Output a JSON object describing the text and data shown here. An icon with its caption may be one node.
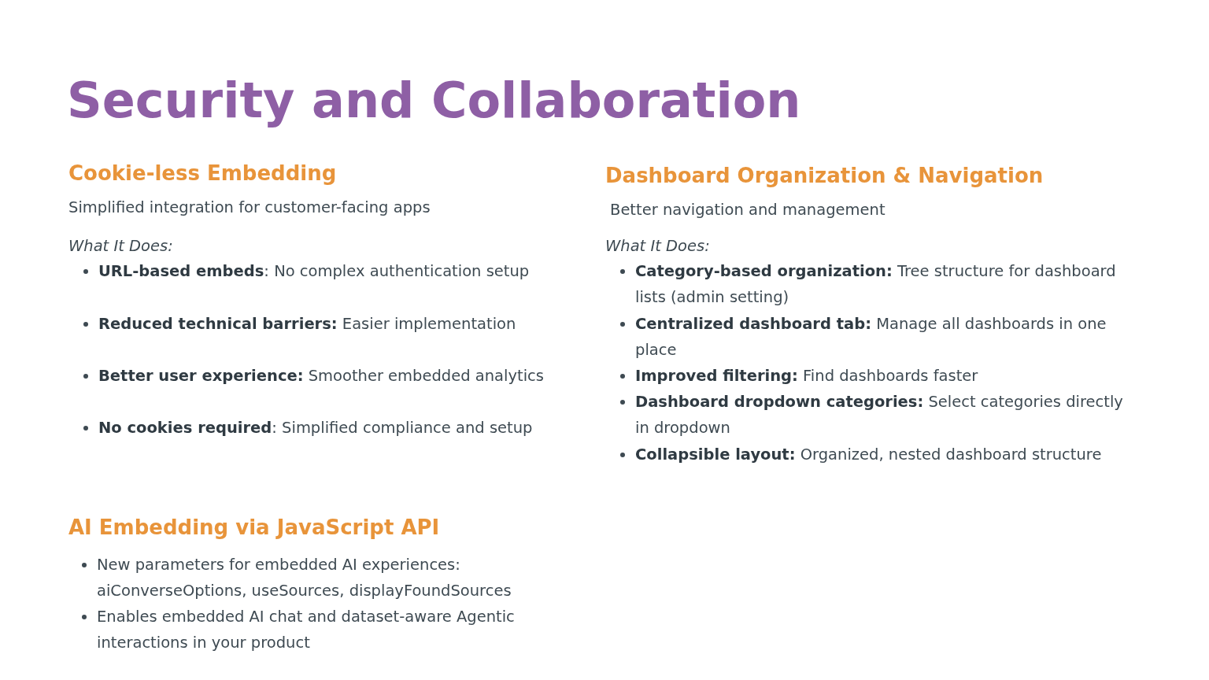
{
  "diagram": {
    "title": "Security and Collaboration",
    "labels": [
      "Cookie-less Embedding",
      "Simplified integration for customer-facing apps",
      "What It Does:",
      "**URL-based embeds**: No complex authentication setup",
      "**Reduced technical barriers:** Easier implementation",
      "**Better user experience:** Smoother embedded analytics",
      "**No cookies required**: Simplified compliance and setup",
      "Dashboard Organization & Navigation",
      "Better navigation and management",
      "What It Does:",
      "**Category-based organization:** Tree structure for dashboard lists (admin setting)",
      "**Centralized dashboard tab:** Manage all dashboards in one place",
      "**Improved filtering:** Find dashboards faster",
      "**Dashboard dropdown categories:** Select categories directly in dropdown",
      "**Collapsible layout:** Organized, nested dashboard structure",
      "AI Embedding via JavaScript API",
      "New parameters for embedded AI experiences: aiConverseOptions, useSources, displayFoundSources",
      "Enables embedded AI chat and dataset-aware Agentic interactions in your product"
    ]
  }
}
